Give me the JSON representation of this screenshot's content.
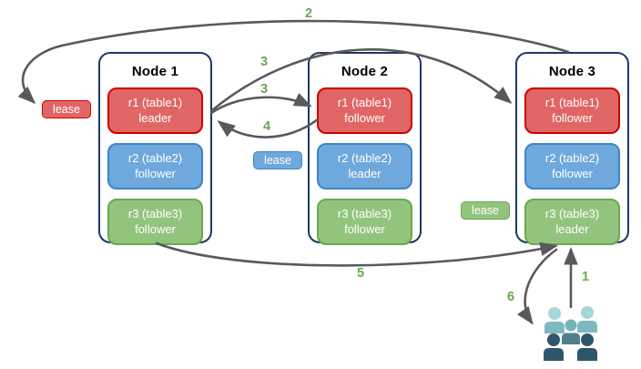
{
  "nodes": [
    {
      "title": "Node 1",
      "replicas": [
        {
          "name": "r1 (table1)",
          "role": "leader",
          "color": "#e06666"
        },
        {
          "name": "r2 (table2)",
          "role": "follower",
          "color": "#6fa8dc"
        },
        {
          "name": "r3 (table3)",
          "role": "follower",
          "color": "#93c47d"
        }
      ]
    },
    {
      "title": "Node 2",
      "replicas": [
        {
          "name": "r1 (table1)",
          "role": "follower",
          "color": "#e06666"
        },
        {
          "name": "r2 (table2)",
          "role": "leader",
          "color": "#6fa8dc"
        },
        {
          "name": "r3 (table3)",
          "role": "follower",
          "color": "#93c47d"
        }
      ]
    },
    {
      "title": "Node 3",
      "replicas": [
        {
          "name": "r1 (table1)",
          "role": "follower",
          "color": "#e06666"
        },
        {
          "name": "r2 (table2)",
          "role": "follower",
          "color": "#6fa8dc"
        },
        {
          "name": "r3 (table3)",
          "role": "leader",
          "color": "#93c47d"
        }
      ]
    }
  ],
  "leases": [
    {
      "label": "lease",
      "color": "#e06666",
      "attached_to": "r1 leader lease (Node 1)"
    },
    {
      "label": "lease",
      "color": "#6fa8dc",
      "attached_to": "r2 leader lease (Node 2)"
    },
    {
      "label": "lease",
      "color": "#93c47d",
      "attached_to": "r3 leader lease (Node 3)"
    }
  ],
  "steps": [
    "1",
    "2",
    "3",
    "3",
    "4",
    "5",
    "6"
  ],
  "icons": {
    "users_group": "users-group-icon"
  },
  "colors": {
    "node_border": "#1f3864",
    "replica_red": "#e06666",
    "replica_red_border": "#cc0000",
    "replica_blue": "#6fa8dc",
    "replica_blue_border": "#3d85c6",
    "replica_green": "#93c47d",
    "replica_green_border": "#6aa84f",
    "arrow": "#595959",
    "step_label": "#6aa84f",
    "users_light_teal": "#a6d6d8",
    "users_teal": "#7cbac0",
    "users_slate": "#507e8c",
    "users_dark": "#2e5669"
  }
}
